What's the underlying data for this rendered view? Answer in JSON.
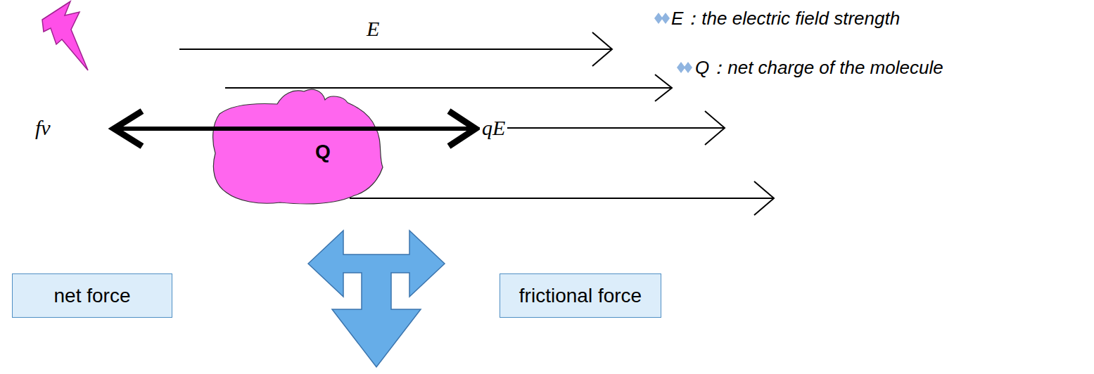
{
  "diagram": {
    "nodes": [
      {
        "text": [
          "Q"
        ]
      },
      {
        "text": [
          "net force"
        ]
      },
      {
        "text": [
          "frictional force"
        ]
      }
    ],
    "labels": [
      "E",
      "E：the electric field strength",
      "Q：net charge of the molecule",
      "fv",
      "qE"
    ]
  }
}
